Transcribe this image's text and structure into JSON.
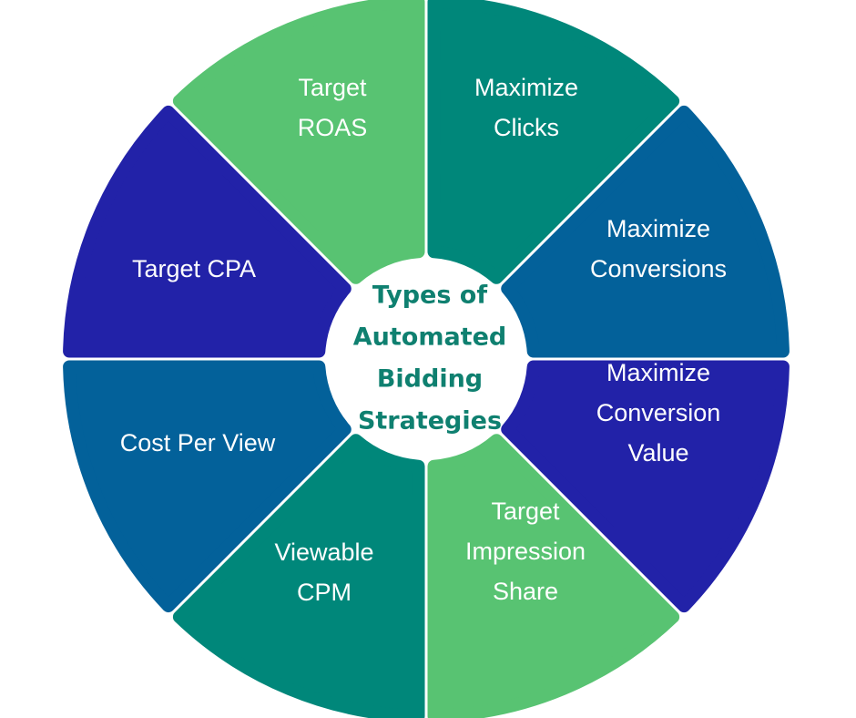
{
  "diagram": {
    "center": {
      "lines": [
        "Types of",
        "Automated",
        "Bidding",
        "Strategies"
      ],
      "color": "#0f8070"
    },
    "segments": [
      {
        "name": "segment-maximize-clicks",
        "lines": [
          "Maximize",
          "Clicks"
        ],
        "color": "#00877a"
      },
      {
        "name": "segment-maximize-conversions",
        "lines": [
          "Maximize",
          "Conversions"
        ],
        "color": "#03619a"
      },
      {
        "name": "segment-maximize-conversion-value",
        "lines": [
          "Maximize",
          "Conversion",
          "Value"
        ],
        "color": "#2222a8"
      },
      {
        "name": "segment-target-impression-share",
        "lines": [
          "Target",
          "Impression",
          "Share"
        ],
        "color": "#58c372"
      },
      {
        "name": "segment-viewable-cpm",
        "lines": [
          "Viewable",
          "CPM"
        ],
        "color": "#00877a"
      },
      {
        "name": "segment-cost-per-view",
        "lines": [
          "Cost Per View"
        ],
        "color": "#03619a"
      },
      {
        "name": "segment-target-cpa",
        "lines": [
          "Target CPA"
        ],
        "color": "#2222a8"
      },
      {
        "name": "segment-target-roas",
        "lines": [
          "Target",
          "ROAS"
        ],
        "color": "#58c372"
      }
    ]
  }
}
